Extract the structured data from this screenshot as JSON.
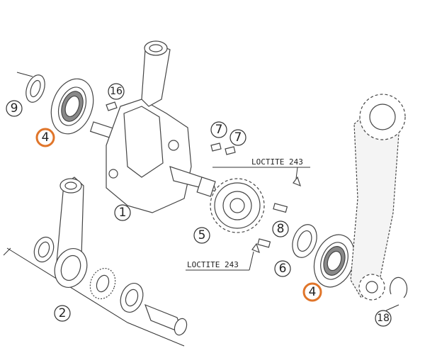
{
  "accent_color": "#e0752a",
  "callouts": {
    "c1": "1",
    "c2": "2",
    "c4a": "4",
    "c4b": "4",
    "c5": "5",
    "c6": "6",
    "c7a": "7",
    "c7b": "7",
    "c8": "8",
    "c9": "9",
    "c16": "16",
    "c18": "18"
  },
  "labels": {
    "loctite_top": "LOCTITE 243",
    "loctite_bottom": "LOCTITE 243"
  }
}
